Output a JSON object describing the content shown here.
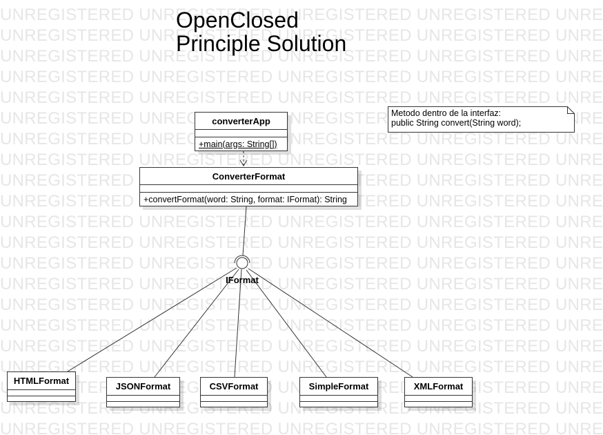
{
  "watermark": {
    "text": "UNREGISTERED"
  },
  "title": "OpenClosed\nPrinciple Solution",
  "classes": {
    "converter_app": {
      "name": "converterApp",
      "operation": "+main(args: String[])"
    },
    "converter_format": {
      "name": "ConverterFormat",
      "operation": "+convertFormat(word: String, format: IFormat): String"
    },
    "html_format": {
      "name": "HTMLFormat"
    },
    "json_format": {
      "name": "JSONFormat"
    },
    "csv_format": {
      "name": "CSVFormat"
    },
    "simple_format": {
      "name": "SimpleFormat"
    },
    "xml_format": {
      "name": "XMLFormat"
    }
  },
  "interface": {
    "name": "IFormat"
  },
  "note": {
    "text": "Metodo dentro de la interfaz:\npublic String convert(String word);"
  },
  "colors": {
    "line": "#333333",
    "watermark": "#e6e6e6",
    "shadow": "#d9d9d9"
  }
}
